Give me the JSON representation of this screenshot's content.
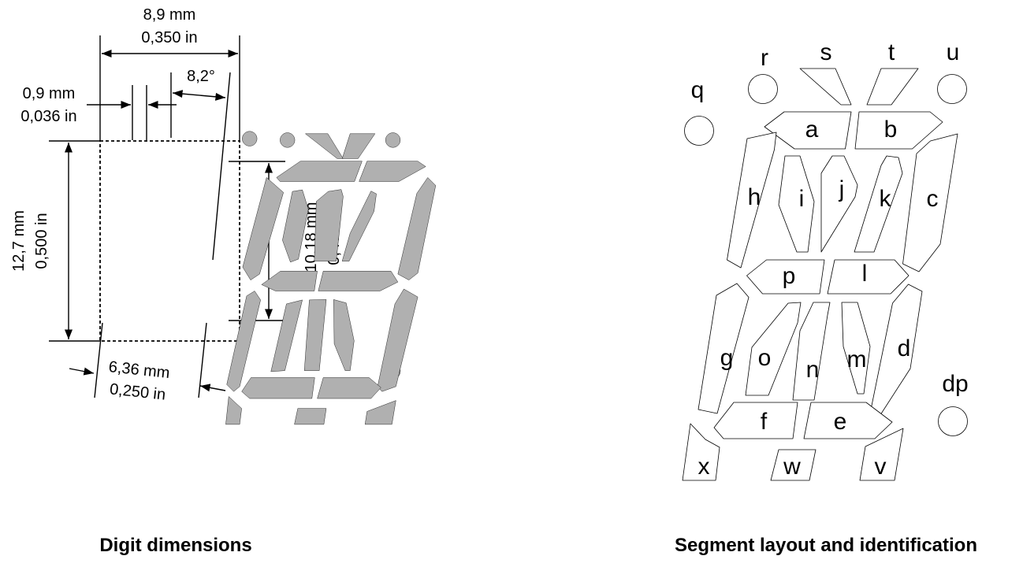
{
  "left_panel": {
    "caption": "Digit dimensions",
    "width_mm": "8,9 mm",
    "width_in": "0,350 in",
    "seg_width_mm": "0,9 mm",
    "seg_width_in": "0,036 in",
    "slant": "8,2°",
    "height_mm": "12,7 mm",
    "height_in": "0,500 in",
    "char_height_mm": "10,18 mm",
    "char_height_in": "0,400 in",
    "char_width_mm": "6,36 mm",
    "char_width_in": "0,250 in"
  },
  "right_panel": {
    "caption": "Segment layout and identification",
    "labels": {
      "a": "a",
      "b": "b",
      "c": "c",
      "d": "d",
      "e": "e",
      "f": "f",
      "g": "g",
      "h": "h",
      "i": "i",
      "j": "j",
      "k": "k",
      "l": "l",
      "m": "m",
      "n": "n",
      "o": "o",
      "p": "p",
      "q": "q",
      "r": "r",
      "s": "s",
      "t": "t",
      "u": "u",
      "v": "v",
      "w": "w",
      "x": "x",
      "dp": "dp"
    }
  }
}
